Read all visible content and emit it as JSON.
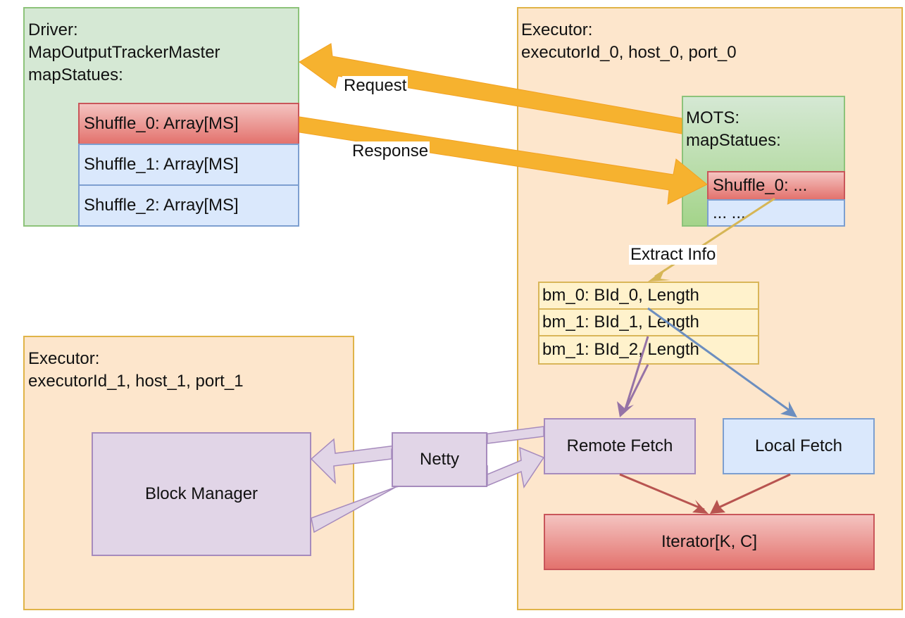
{
  "driver": {
    "title_lines": [
      "Driver:",
      "MapOutputTrackerMaster",
      "mapStatues:"
    ],
    "shuffles": [
      "Shuffle_0: Array[MS]",
      "Shuffle_1: Array[MS]",
      "Shuffle_2: Array[MS]"
    ]
  },
  "executor0": {
    "title_lines": [
      "Executor:",
      "executorId_0, host_0, port_0"
    ],
    "mots": {
      "title_lines": [
        "MOTS:",
        "mapStatues:"
      ],
      "rows": [
        "Shuffle_0: ...",
        "... ..."
      ]
    },
    "block_infos": [
      "bm_0: BId_0, Length",
      "bm_1: BId_1, Length",
      "bm_1: BId_2, Length"
    ],
    "remote_fetch": "Remote Fetch",
    "local_fetch": "Local Fetch",
    "iterator": "Iterator[K, C]"
  },
  "executor1": {
    "title_lines": [
      "Executor:",
      "executorId_1, host_1, port_1"
    ],
    "block_manager": "Block Manager"
  },
  "netty": "Netty",
  "edges": {
    "request": "Request",
    "response": "Response",
    "extract_info": "Extract Info"
  },
  "colors": {
    "executor_fill": "#fde6cc",
    "executor_border": "#e0b448",
    "driver_fill": "#d5e8d4",
    "highlight_red": "#e3726d",
    "list_blue": "#dae8fc",
    "purple": "#e1d5e7",
    "arrow_orange": "#f6b22f"
  }
}
